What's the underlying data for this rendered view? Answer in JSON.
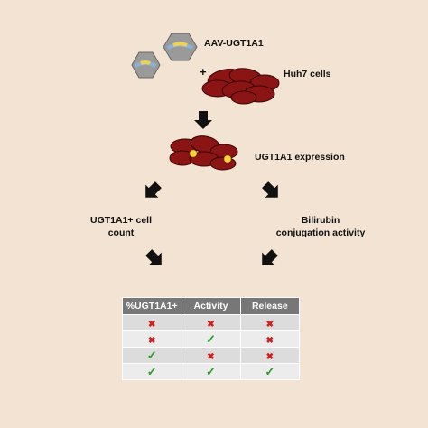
{
  "labels": {
    "vector": "AAV-UGT1A1",
    "plus": "+",
    "cells": "Huh7 cells",
    "expression": "UGT1A1 expression",
    "count_line1": "UGT1A1+ cell",
    "count_line2": "count",
    "conj_line1": "Bilirubin",
    "conj_line2": "conjugation activity"
  },
  "table": {
    "headers": [
      "%UGT1A1+",
      "Activity",
      "Release"
    ],
    "rows": [
      [
        "cross",
        "cross",
        "cross"
      ],
      [
        "cross",
        "check",
        "cross"
      ],
      [
        "check",
        "cross",
        "cross"
      ],
      [
        "check",
        "check",
        "check"
      ]
    ]
  },
  "symbols": {
    "check": "✓",
    "cross": "✖"
  },
  "colors": {
    "background": "#f3e3d3",
    "capsid": "#9a9a9a",
    "capsid_gene_yellow": "#f2d24a",
    "capsid_gene_blue": "#8ab3dc",
    "cell": "#8b1414",
    "cell_outline": "#3a0505",
    "expression_dot": "#f6d43a",
    "table_header": "#777777",
    "check": "#2e9a2e",
    "cross": "#cc1f1f"
  }
}
